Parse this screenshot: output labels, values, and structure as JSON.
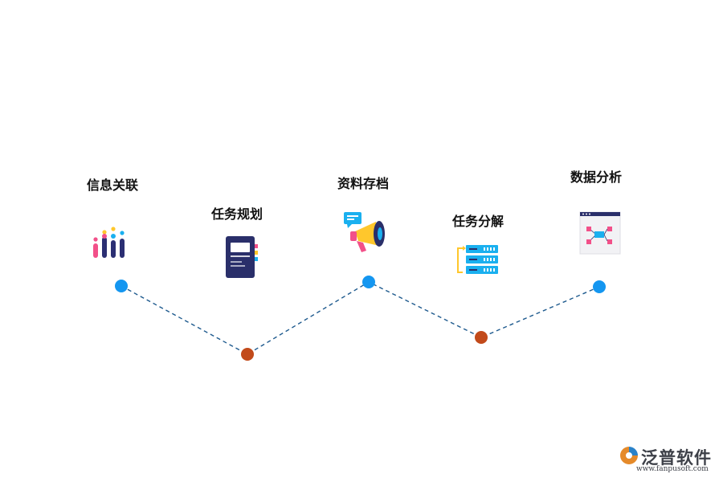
{
  "steps": [
    {
      "label": "信息关联",
      "icon": "bar-chart-icon"
    },
    {
      "label": "任务规划",
      "icon": "notebook-icon"
    },
    {
      "label": "资料存档",
      "icon": "megaphone-icon"
    },
    {
      "label": "任务分解",
      "icon": "server-stack-icon"
    },
    {
      "label": "数据分析",
      "icon": "flowchart-window-icon"
    }
  ],
  "colors": {
    "node_blue": "#1496f0",
    "node_orange": "#c24a1a",
    "dash_line": "#1e5a8e"
  },
  "brand": {
    "name": "泛普软件",
    "url": "www.fanpusoft.com"
  }
}
